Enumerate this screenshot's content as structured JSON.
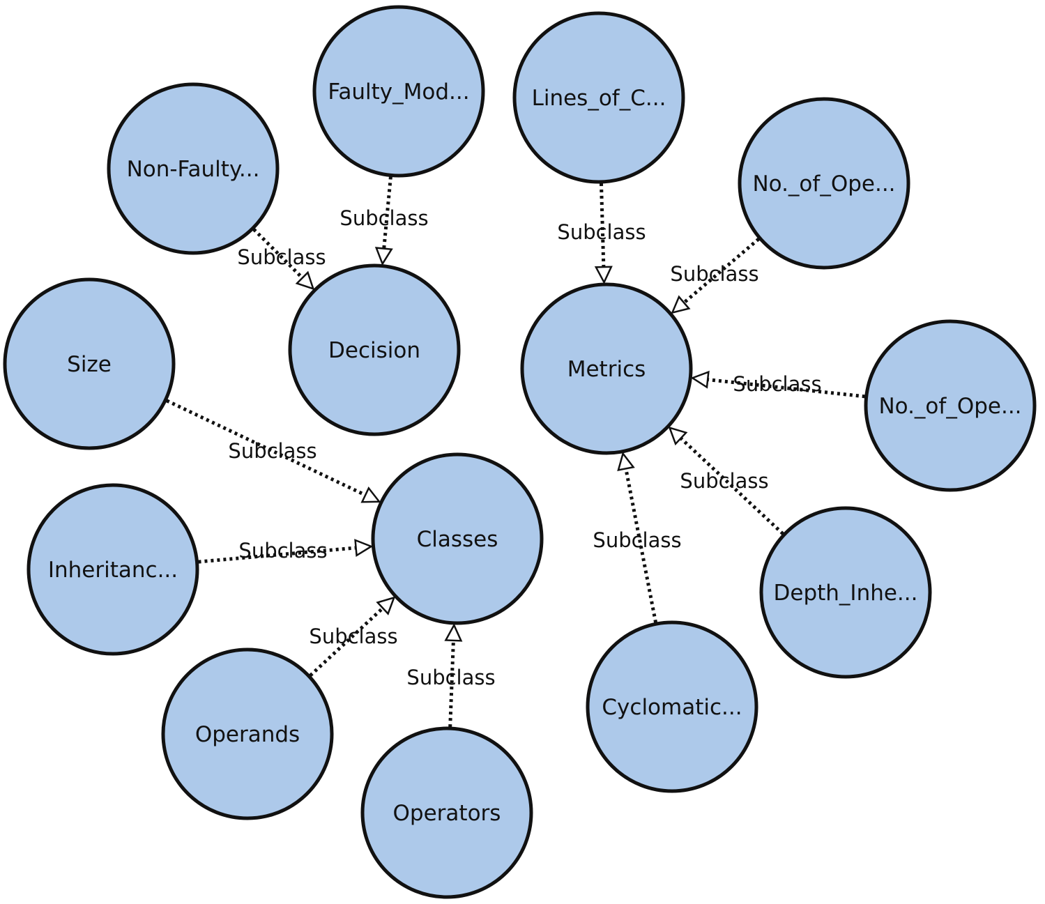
{
  "nodes": [
    {
      "id": "non_faulty",
      "label": "Non-Faulty..."
    },
    {
      "id": "faulty",
      "label": "Faulty_Mod..."
    },
    {
      "id": "lines",
      "label": "Lines_of_C..."
    },
    {
      "id": "no_ope_1",
      "label": "No._of_Ope..."
    },
    {
      "id": "decision",
      "label": "Decision"
    },
    {
      "id": "size",
      "label": "Size"
    },
    {
      "id": "metrics",
      "label": "Metrics"
    },
    {
      "id": "no_ope_2",
      "label": "No._of_Ope..."
    },
    {
      "id": "classes",
      "label": "Classes"
    },
    {
      "id": "inheritance",
      "label": "Inheritanc..."
    },
    {
      "id": "depth",
      "label": "Depth_Inhe..."
    },
    {
      "id": "operands",
      "label": "Operands"
    },
    {
      "id": "cyclomatic",
      "label": "Cyclomatic..."
    },
    {
      "id": "operators",
      "label": "Operators"
    }
  ],
  "edges": [
    {
      "from": "non_faulty",
      "to": "decision",
      "label": "Subclass"
    },
    {
      "from": "faulty",
      "to": "decision",
      "label": "Subclass"
    },
    {
      "from": "lines",
      "to": "metrics",
      "label": "Subclass"
    },
    {
      "from": "no_ope_1",
      "to": "metrics",
      "label": "Subclass"
    },
    {
      "from": "no_ope_2",
      "to": "metrics",
      "label": "Subclass"
    },
    {
      "from": "depth",
      "to": "metrics",
      "label": "Subclass"
    },
    {
      "from": "cyclomatic",
      "to": "metrics",
      "label": "Subclass"
    },
    {
      "from": "size",
      "to": "classes",
      "label": "Subclass"
    },
    {
      "from": "inheritance",
      "to": "classes",
      "label": "Subclass"
    },
    {
      "from": "operands",
      "to": "classes",
      "label": "Subclass"
    },
    {
      "from": "operators",
      "to": "classes",
      "label": "Subclass"
    }
  ],
  "colors": {
    "node_fill": "#adc9ea",
    "node_stroke": "#111111"
  }
}
